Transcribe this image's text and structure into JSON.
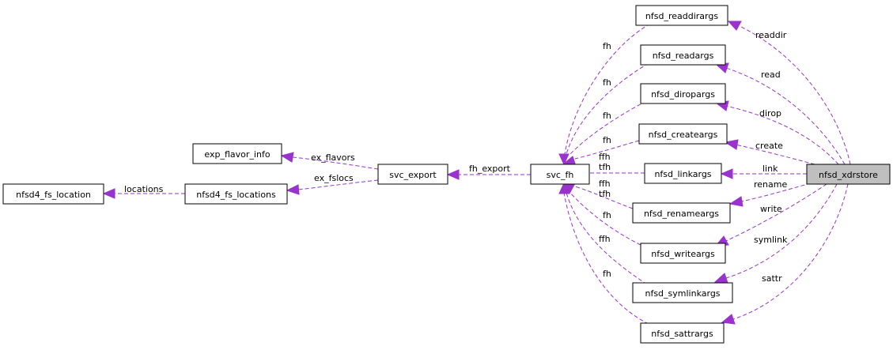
{
  "colors": {
    "edge": "#9a32cd",
    "focus_fill": "#bfbfbf",
    "node_border": "#000000"
  },
  "nodes": {
    "nfsd_xdrstore": "nfsd_xdrstore",
    "nfsd_readdirargs": "nfsd_readdirargs",
    "nfsd_readargs": "nfsd_readargs",
    "nfsd_diropargs": "nfsd_diropargs",
    "nfsd_createargs": "nfsd_createargs",
    "nfsd_linkargs": "nfsd_linkargs",
    "nfsd_renameargs": "nfsd_renameargs",
    "nfsd_writeargs": "nfsd_writeargs",
    "nfsd_symlinkargs": "nfsd_symlinkargs",
    "nfsd_sattrargs": "nfsd_sattrargs",
    "svc_fh": "svc_fh",
    "svc_export": "svc_export",
    "exp_flavor_info": "exp_flavor_info",
    "nfsd4_fs_locations": "nfsd4_fs_locations",
    "nfsd4_fs_location": "nfsd4_fs_location"
  },
  "edge_labels": {
    "readdir": "readdir",
    "read": "read",
    "dirop": "dirop",
    "create": "create",
    "link": "link",
    "rename": "rename",
    "write": "write",
    "symlink": "symlink",
    "sattr": "sattr",
    "fh": "fh",
    "ffh": "ffh",
    "tfh": "tfh",
    "fh_export": "fh_export",
    "ex_flavors": "ex_flavors",
    "ex_fslocs": "ex_fslocs",
    "locations": "locations"
  }
}
